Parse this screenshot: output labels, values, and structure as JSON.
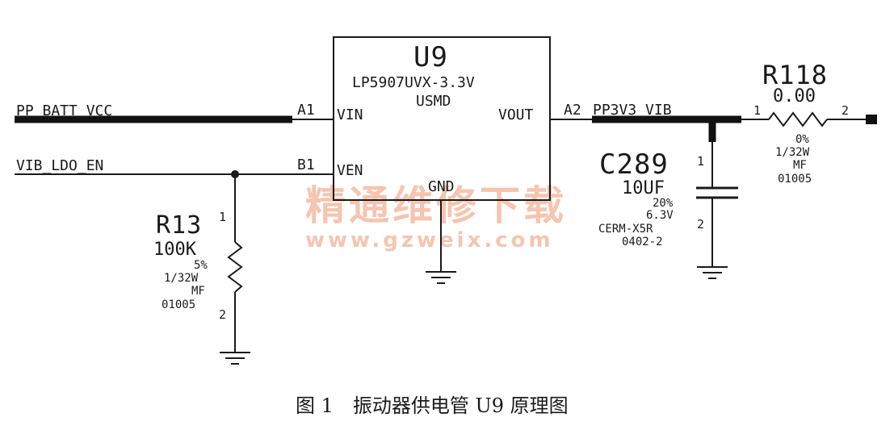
{
  "ic": {
    "refdes": "U9",
    "part": "LP5907UVX-3.3V",
    "package": "USMD",
    "pins": {
      "vin": "VIN",
      "ven": "VEN",
      "vout": "VOUT",
      "gnd": "GND"
    },
    "pin_numbers": {
      "vin": "A1",
      "ven": "B1",
      "vout": "A2"
    }
  },
  "nets": {
    "vbatt": "PP_BATT_VCC",
    "enable": "VIB_LDO_EN",
    "vout": "PP3V3_VIB"
  },
  "r13": {
    "refdes": "R13",
    "value": "100K",
    "tolerance": "5%",
    "power": "1/32W",
    "type": "MF",
    "package": "01005",
    "pin1": "1",
    "pin2": "2"
  },
  "r118": {
    "refdes": "R118",
    "value": "0.00",
    "tolerance": "0%",
    "power": "1/32W",
    "type": "MF",
    "package": "01005",
    "pin1": "1",
    "pin2": "2"
  },
  "c289": {
    "refdes": "C289",
    "value": "10UF",
    "tolerance": "20%",
    "voltage": "6.3V",
    "dielectric": "CERM-X5R",
    "package": "0402-2",
    "pin1": "1",
    "pin2": "2"
  },
  "watermark": {
    "text": "精通维修下载",
    "url": "www.gzweix.com"
  },
  "caption": "图 1　振动器供电管 U9 原理图"
}
